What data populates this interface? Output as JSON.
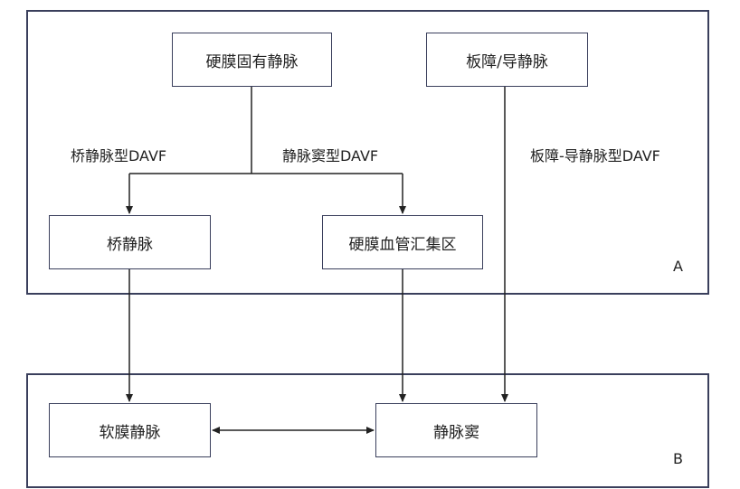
{
  "panels": {
    "a_label": "A",
    "b_label": "B"
  },
  "nodes": {
    "dural_vein": "硬膜固有静脉",
    "diploic_vein": "板障/导静脉",
    "bridging_vein": "桥静脉",
    "dural_confluence": "硬膜血管汇集区",
    "pial_vein": "软膜静脉",
    "venous_sinus": "静脉窦"
  },
  "edge_labels": {
    "bridging_type": "桥静脉型DAVF",
    "sinus_type": "静脉窦型DAVF",
    "diploic_type": "板障-导静脉型DAVF"
  }
}
